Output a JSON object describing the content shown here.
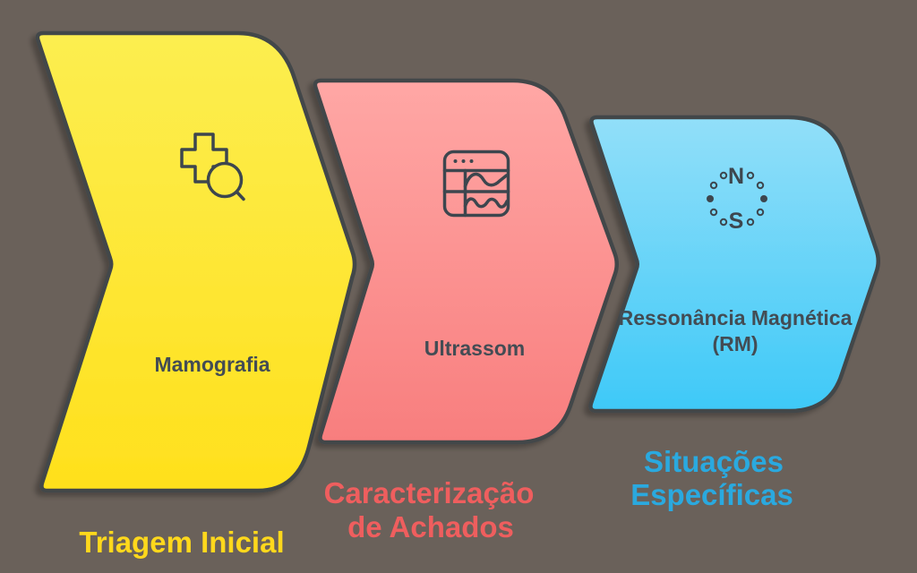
{
  "diagram": {
    "background_color": "#6a615a",
    "outline_color": "#42464a",
    "shape_label_color": "#434c54",
    "stages": [
      {
        "name": "mamografia",
        "label": "Mamografia",
        "icon": "medical-cross-search-icon",
        "fill_top": "#fcee50",
        "fill_bottom": "#ffe01c",
        "caption_color": "#ffd81c",
        "caption_lines": [
          "Triagem Inicial"
        ]
      },
      {
        "name": "ultrassom",
        "label": "Ultrassom",
        "icon": "ultrasound-monitor-icon",
        "fill_top": "#ffa7a5",
        "fill_bottom": "#f87e7e",
        "caption_color": "#ef5e5e",
        "caption_lines": [
          "Caracterização",
          "de Achados"
        ]
      },
      {
        "name": "ressonancia-magnetica",
        "label_lines": [
          "Ressonância Magnética",
          "(RM)"
        ],
        "icon": "magnet-ns-icon",
        "icon_letters": {
          "north": "N",
          "south": "S"
        },
        "fill_top": "#92dff9",
        "fill_bottom": "#3ec9f8",
        "caption_color": "#2aa9df",
        "caption_lines": [
          "Situações",
          "Específicas"
        ]
      }
    ]
  }
}
